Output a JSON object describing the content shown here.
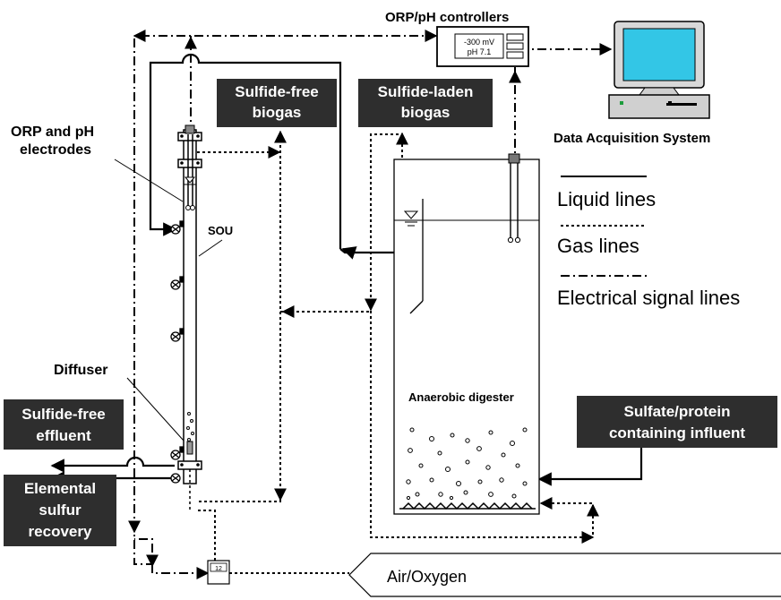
{
  "labels": {
    "controllers": "ORP/pH controllers",
    "controller_readout_orp": "-300 mV",
    "controller_readout_ph": "pH 7.1",
    "daq": "Data Acquisition System",
    "orp_ph_electrodes_line1": "ORP and pH",
    "orp_ph_electrodes_line2": "electrodes",
    "sou": "SOU",
    "diffuser": "Diffuser",
    "anaerobic_digester": "Anaerobic digester",
    "air_oxygen": "Air/Oxygen",
    "flowmeter_display": "12"
  },
  "boxes": {
    "sulfide_free_biogas": [
      "Sulfide-free",
      "biogas"
    ],
    "sulfide_laden_biogas": [
      "Sulfide-laden",
      "biogas"
    ],
    "sulfide_free_effluent": [
      "Sulfide-free",
      "effluent"
    ],
    "elemental_sulfur": [
      "Elemental",
      "sulfur",
      "recovery"
    ],
    "influent": [
      "Sulfate/protein",
      "containing  influent"
    ]
  },
  "legend": {
    "liquid": "Liquid lines",
    "gas": "Gas lines",
    "electrical": "Electrical signal lines"
  },
  "colors": {
    "box_fill": "#2e2e2e",
    "line": "#000000",
    "screen": "#33c6e6"
  }
}
